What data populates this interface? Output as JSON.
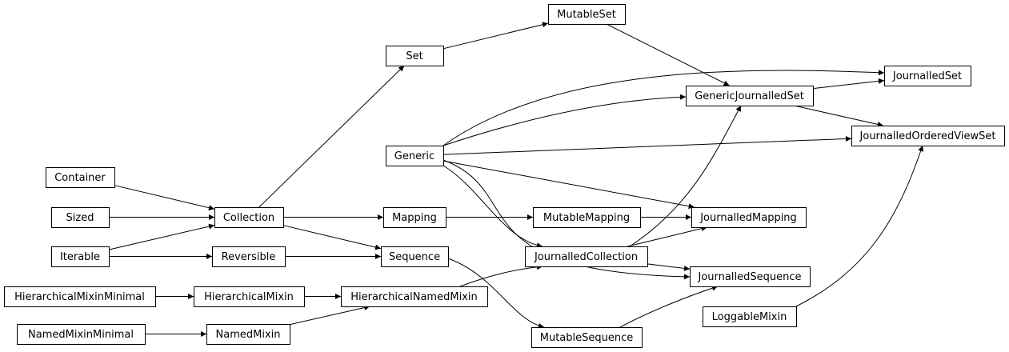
{
  "diagram": {
    "nodes": [
      {
        "id": "MutableSet",
        "label": "MutableSet"
      },
      {
        "id": "Set",
        "label": "Set"
      },
      {
        "id": "JournalledSet",
        "label": "JournalledSet"
      },
      {
        "id": "GenericJournalledSet",
        "label": "GenericJournalledSet"
      },
      {
        "id": "JournalledOrderedViewSet",
        "label": "JournalledOrderedViewSet"
      },
      {
        "id": "Generic",
        "label": "Generic"
      },
      {
        "id": "Container",
        "label": "Container"
      },
      {
        "id": "Sized",
        "label": "Sized"
      },
      {
        "id": "Collection",
        "label": "Collection"
      },
      {
        "id": "Mapping",
        "label": "Mapping"
      },
      {
        "id": "MutableMapping",
        "label": "MutableMapping"
      },
      {
        "id": "JournalledMapping",
        "label": "JournalledMapping"
      },
      {
        "id": "Iterable",
        "label": "Iterable"
      },
      {
        "id": "Reversible",
        "label": "Reversible"
      },
      {
        "id": "Sequence",
        "label": "Sequence"
      },
      {
        "id": "JournalledCollection",
        "label": "JournalledCollection"
      },
      {
        "id": "JournalledSequence",
        "label": "JournalledSequence"
      },
      {
        "id": "HierarchicalMixinMinimal",
        "label": "HierarchicalMixinMinimal"
      },
      {
        "id": "HierarchicalMixin",
        "label": "HierarchicalMixin"
      },
      {
        "id": "HierarchicalNamedMixin",
        "label": "HierarchicalNamedMixin"
      },
      {
        "id": "LoggableMixin",
        "label": "LoggableMixin"
      },
      {
        "id": "NamedMixinMinimal",
        "label": "NamedMixinMinimal"
      },
      {
        "id": "NamedMixin",
        "label": "NamedMixin"
      },
      {
        "id": "MutableSequence",
        "label": "MutableSequence"
      }
    ],
    "edges": [
      {
        "from": "Set",
        "to": "MutableSet"
      },
      {
        "from": "MutableSet",
        "to": "GenericJournalledSet"
      },
      {
        "from": "Collection",
        "to": "Set"
      },
      {
        "from": "Generic",
        "to": "JournalledSet"
      },
      {
        "from": "Generic",
        "to": "GenericJournalledSet"
      },
      {
        "from": "GenericJournalledSet",
        "to": "JournalledSet"
      },
      {
        "from": "GenericJournalledSet",
        "to": "JournalledOrderedViewSet"
      },
      {
        "from": "Generic",
        "to": "JournalledOrderedViewSet"
      },
      {
        "from": "Generic",
        "to": "JournalledMapping"
      },
      {
        "from": "Generic",
        "to": "JournalledCollection"
      },
      {
        "from": "Generic",
        "to": "JournalledSequence"
      },
      {
        "from": "Container",
        "to": "Collection"
      },
      {
        "from": "Sized",
        "to": "Collection"
      },
      {
        "from": "Iterable",
        "to": "Collection"
      },
      {
        "from": "Iterable",
        "to": "Reversible"
      },
      {
        "from": "Collection",
        "to": "Mapping"
      },
      {
        "from": "Collection",
        "to": "Sequence"
      },
      {
        "from": "Mapping",
        "to": "MutableMapping"
      },
      {
        "from": "MutableMapping",
        "to": "JournalledMapping"
      },
      {
        "from": "Reversible",
        "to": "Sequence"
      },
      {
        "from": "Sequence",
        "to": "MutableSequence"
      },
      {
        "from": "JournalledCollection",
        "to": "GenericJournalledSet"
      },
      {
        "from": "JournalledCollection",
        "to": "JournalledMapping"
      },
      {
        "from": "JournalledCollection",
        "to": "JournalledSequence"
      },
      {
        "from": "MutableSequence",
        "to": "JournalledSequence"
      },
      {
        "from": "HierarchicalMixinMinimal",
        "to": "HierarchicalMixin"
      },
      {
        "from": "HierarchicalMixin",
        "to": "HierarchicalNamedMixin"
      },
      {
        "from": "HierarchicalNamedMixin",
        "to": "JournalledCollection"
      },
      {
        "from": "NamedMixinMinimal",
        "to": "NamedMixin"
      },
      {
        "from": "NamedMixin",
        "to": "HierarchicalNamedMixin"
      },
      {
        "from": "LoggableMixin",
        "to": "JournalledOrderedViewSet"
      }
    ]
  }
}
